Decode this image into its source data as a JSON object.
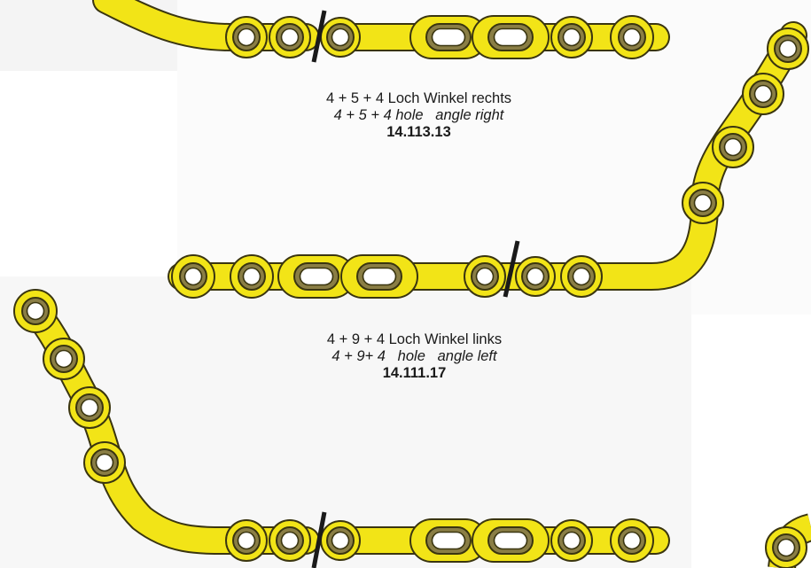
{
  "colors": {
    "plate_fill": "#f2e417",
    "plate_edge": "#3a3510",
    "hole_ring": "#8a7e45",
    "hole_inner": "#ffffff",
    "cut_mark": "#1a1a1a",
    "panel_gray": "#f4f4f4"
  },
  "products": [
    {
      "title_de": "4 + 5 + 4 Loch Winkel rechts",
      "title_en": "4 + 5 + 4 hole   angle right",
      "article_no": "14.113.13"
    },
    {
      "title_de": "4 + 9 + 4 Loch Winkel links",
      "title_en": "4 + 9+ 4   hole   angle left",
      "article_no": "14.111.17"
    }
  ]
}
